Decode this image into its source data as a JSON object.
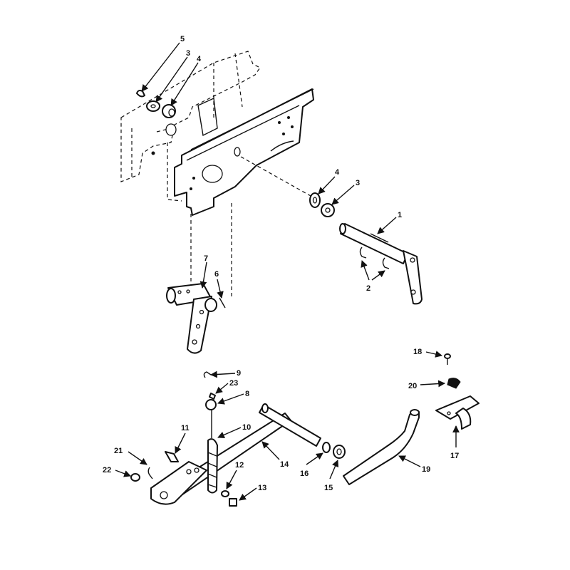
{
  "callouts": [
    {
      "id": "c1",
      "label": "1"
    },
    {
      "id": "c2",
      "label": "2"
    },
    {
      "id": "c3a",
      "label": "3"
    },
    {
      "id": "c3b",
      "label": "3"
    },
    {
      "id": "c4a",
      "label": "4"
    },
    {
      "id": "c4b",
      "label": "4"
    },
    {
      "id": "c5",
      "label": "5"
    },
    {
      "id": "c6",
      "label": "6"
    },
    {
      "id": "c7",
      "label": "7"
    },
    {
      "id": "c8",
      "label": "8"
    },
    {
      "id": "c9",
      "label": "9"
    },
    {
      "id": "c10",
      "label": "10"
    },
    {
      "id": "c11",
      "label": "11"
    },
    {
      "id": "c12",
      "label": "12"
    },
    {
      "id": "c13",
      "label": "13"
    },
    {
      "id": "c14",
      "label": "14"
    },
    {
      "id": "c15",
      "label": "15"
    },
    {
      "id": "c16",
      "label": "16"
    },
    {
      "id": "c17",
      "label": "17"
    },
    {
      "id": "c18",
      "label": "18"
    },
    {
      "id": "c19",
      "label": "19"
    },
    {
      "id": "c20",
      "label": "20"
    },
    {
      "id": "c21",
      "label": "21"
    },
    {
      "id": "c22",
      "label": "22"
    },
    {
      "id": "c23",
      "label": "23"
    }
  ]
}
